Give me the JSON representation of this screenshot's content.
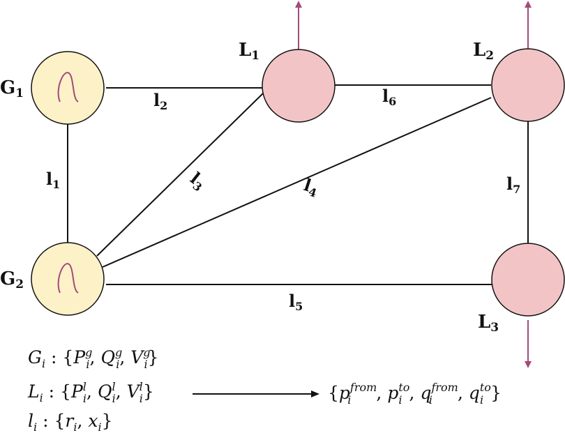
{
  "colors": {
    "generator_fill": "#fdf1c8",
    "load_fill": "#f3c4c6",
    "arrow": "#a34a7a",
    "line": "#111111"
  },
  "nodes": {
    "G1": {
      "base": "G",
      "sub": "1",
      "type": "generator",
      "icon": "sine-wave-icon"
    },
    "G2": {
      "base": "G",
      "sub": "2",
      "type": "generator",
      "icon": "sine-wave-icon"
    },
    "L1": {
      "base": "L",
      "sub": "1",
      "type": "load"
    },
    "L2": {
      "base": "L",
      "sub": "2",
      "type": "load"
    },
    "L3": {
      "base": "L",
      "sub": "3",
      "type": "load"
    }
  },
  "lines": {
    "l1": {
      "base": "l",
      "sub": "1",
      "from": "G1",
      "to": "G2"
    },
    "l2": {
      "base": "l",
      "sub": "2",
      "from": "G1",
      "to": "L1"
    },
    "l3": {
      "base": "l",
      "sub": "3",
      "from": "G2",
      "to": "L1"
    },
    "l4": {
      "base": "l",
      "sub": "4",
      "from": "G2",
      "to": "L2"
    },
    "l5": {
      "base": "l",
      "sub": "5",
      "from": "G2",
      "to": "L3"
    },
    "l6": {
      "base": "l",
      "sub": "6",
      "from": "L1",
      "to": "L2"
    },
    "l7": {
      "base": "l",
      "sub": "7",
      "from": "L2",
      "to": "L3"
    }
  },
  "legend": {
    "gen": {
      "lhs_base": "G",
      "lhs_sub": "i",
      "colon": " : {",
      "p": "P",
      "p_sup": "g",
      "p_sub": "i",
      "q": "Q",
      "q_sup": "g",
      "q_sub": "i",
      "v": "V",
      "v_sup": "g",
      "v_sub": "i",
      "close": "}"
    },
    "load": {
      "lhs_base": "L",
      "lhs_sub": "i",
      "colon": " : {",
      "p": "P",
      "p_sup": "l",
      "p_sub": "i",
      "q": "Q",
      "q_sup": "l",
      "q_sub": "i",
      "v": "V",
      "v_sup": "l",
      "v_sub": "i",
      "close": "}"
    },
    "line": {
      "lhs_base": "l",
      "lhs_sub": "i",
      "colon": " : {",
      "r": "r",
      "r_sub": "i",
      "x": "x",
      "x_sub": "i",
      "close": "}"
    },
    "flow": {
      "open": "{",
      "p1": "p",
      "p1_sup": "from",
      "p1_sub": "i",
      "p2": "p",
      "p2_sup": "to",
      "p2_sub": "i",
      "q1": "q",
      "q1_sup": "from",
      "q1_sub": "i",
      "q2": "q",
      "q2_sup": "to",
      "q2_sub": "i",
      "close": "}"
    }
  }
}
